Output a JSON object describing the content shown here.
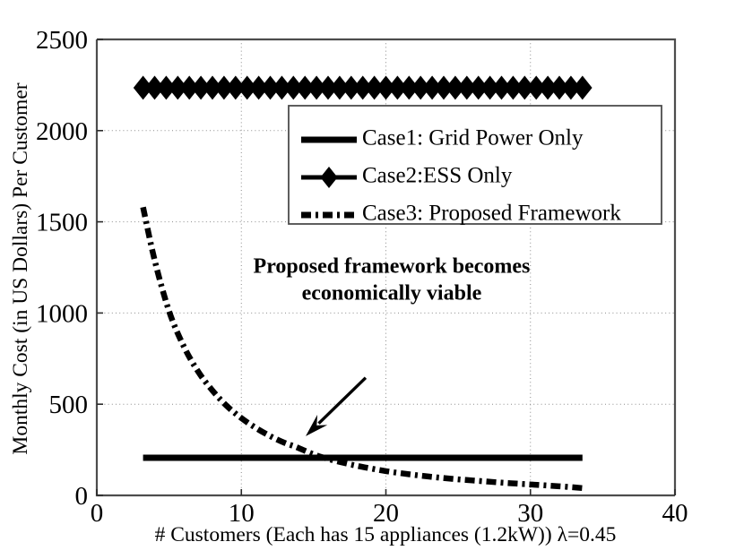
{
  "chart_data": {
    "type": "line",
    "title": "",
    "xlabel": "# Customers (Each has 15 appliances (1.2kW)) λ=0.45",
    "ylabel": "Monthly Cost (in US Dollars) Per Customer",
    "xlim": [
      0,
      40
    ],
    "ylim": [
      0,
      2500
    ],
    "xticks": [
      0,
      10,
      20,
      30,
      40
    ],
    "yticks": [
      0,
      500,
      1000,
      1500,
      2000,
      2500
    ],
    "xticklabels": [
      "0",
      "10",
      "20",
      "30",
      "40"
    ],
    "yticklabels": [
      "0",
      "500",
      "1000",
      "1500",
      "2000",
      "2500"
    ],
    "grid": true,
    "grid_style": "dotted",
    "legend_position": "upper-center-right",
    "series": [
      {
        "name": "Case1: Grid Power Only",
        "style": "solid",
        "marker": "none",
        "color": "#000000",
        "linewidth": 7,
        "x": [
          3.2,
          5,
          8,
          11,
          14,
          17,
          20,
          23,
          26,
          29,
          31,
          33.6
        ],
        "values": [
          206,
          206,
          206,
          206,
          206,
          206,
          206,
          206,
          206,
          206,
          206,
          206
        ]
      },
      {
        "name": "Case2:ESS Only",
        "style": "solid",
        "marker": "diamond",
        "color": "#000000",
        "linewidth": 3,
        "x": [
          3.2,
          4.0,
          4.8,
          5.6,
          6.4,
          7.2,
          8.0,
          8.8,
          9.6,
          10.4,
          11.2,
          12.0,
          12.8,
          13.6,
          14.4,
          15.2,
          16.0,
          16.8,
          17.6,
          18.4,
          19.2,
          20.0,
          20.8,
          21.6,
          22.4,
          23.2,
          24.0,
          24.8,
          25.6,
          26.4,
          27.2,
          28.0,
          28.8,
          29.6,
          30.4,
          31.2,
          32.0,
          32.8,
          33.6
        ],
        "values": [
          2235,
          2235,
          2235,
          2235,
          2235,
          2235,
          2235,
          2235,
          2235,
          2235,
          2235,
          2235,
          2235,
          2235,
          2235,
          2235,
          2235,
          2235,
          2235,
          2235,
          2235,
          2235,
          2235,
          2235,
          2235,
          2235,
          2235,
          2235,
          2235,
          2235,
          2235,
          2235,
          2235,
          2235,
          2235,
          2235,
          2235,
          2235,
          2235
        ]
      },
      {
        "name": "Case3: Proposed Framework",
        "style": "dash-dot",
        "marker": "none",
        "color": "#000000",
        "linewidth": 6.5,
        "x": [
          3.2,
          4.0,
          5.0,
          6.0,
          7.0,
          8.0,
          9.0,
          10.0,
          11.0,
          12.0,
          13.0,
          13.8,
          15.0,
          16.0,
          17.0,
          18.0,
          19.0,
          20.0,
          21.0,
          22.0,
          23.0,
          24.0,
          25.0,
          26.0,
          27.0,
          28.0,
          29.0,
          30.0,
          31.0,
          32.0,
          33.0,
          33.6
        ],
        "values": [
          1580,
          1290,
          1010,
          820,
          680,
          575,
          490,
          424,
          370,
          325,
          288,
          265,
          225,
          200,
          180,
          162,
          147,
          133,
          122,
          112,
          103,
          95,
          88,
          82,
          76,
          70,
          65,
          60,
          55,
          50,
          44,
          40
        ]
      }
    ],
    "annotations": [
      {
        "text_line1": "Proposed framework becomes",
        "text_line2": "economically viable",
        "text_x": 20.4,
        "text_y": 1220,
        "arrow_from_x": 18.6,
        "arrow_from_y": 645,
        "arrow_to_x": 14.45,
        "arrow_to_y": 325
      }
    ],
    "crossover_note": {
      "x": 13.8,
      "y": 206,
      "description": "Case3 curve crosses Case1 grid-power line"
    }
  },
  "legend": {
    "entries": [
      {
        "label": "Case1: Grid Power Only",
        "sample": "solid-line-swatch"
      },
      {
        "label": "Case2:ESS Only",
        "sample": "diamond-marker-line-swatch"
      },
      {
        "label": "Case3: Proposed Framework",
        "sample": "dash-dot-line-swatch"
      }
    ]
  },
  "axes": {
    "x_title": "# Customers (Each has 15 appliances (1.2kW)) λ=0.45",
    "y_title": "Monthly Cost (in US Dollars) Per Customer"
  },
  "colors": {
    "ink": "#000000",
    "axis": "#4d4d4d",
    "grid": "#8c8c8c",
    "background": "#ffffff"
  }
}
